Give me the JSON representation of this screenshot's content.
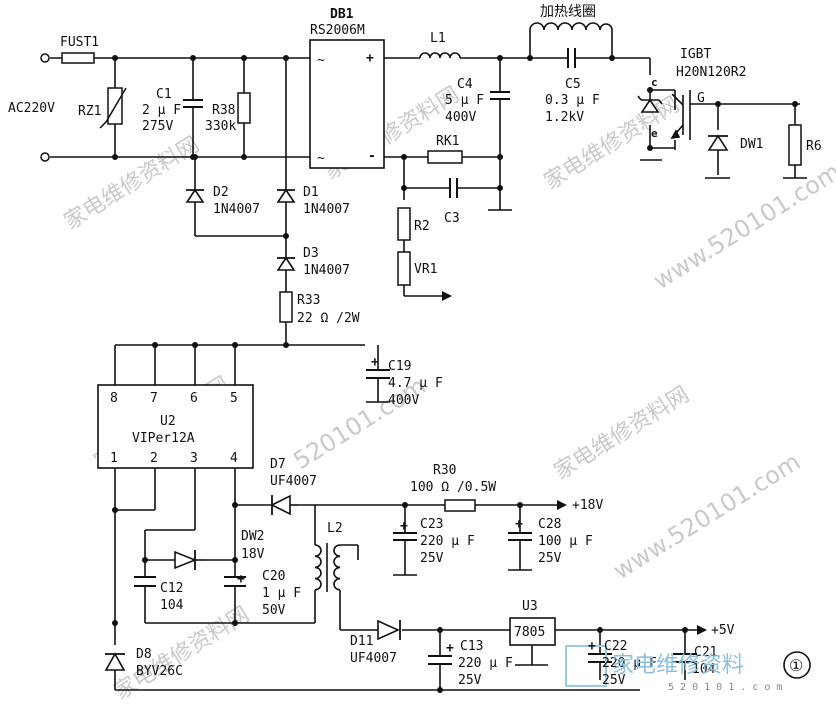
{
  "input": {
    "fuse": "FUST1",
    "ac": "AC220V",
    "varistor": "RZ1"
  },
  "capacitors": {
    "c1": {
      "name": "C1",
      "value": "2 μ F",
      "rating": "275V"
    },
    "c4": {
      "name": "C4",
      "value": "5 μ F",
      "rating": "400V"
    },
    "c5": {
      "name": "C5",
      "value": "0.3 μ F",
      "rating": "1.2kV"
    },
    "c3": {
      "name": "C3"
    },
    "c19": {
      "name": "C19",
      "value": "4.7 μ F",
      "rating": "400V"
    },
    "c23": {
      "name": "C23",
      "value": "220 μ F",
      "rating": "25V"
    },
    "c28": {
      "name": "C28",
      "value": "100 μ F",
      "rating": "25V"
    },
    "c12": {
      "name": "C12",
      "value": "104"
    },
    "c20": {
      "name": "C20",
      "value": "1 μ F",
      "rating": "50V"
    },
    "c13": {
      "name": "C13",
      "value": "220 μ F",
      "rating": "25V"
    },
    "c22": {
      "name": "C22",
      "value": "220 μ F",
      "rating": "25V"
    },
    "c21": {
      "name": "C21",
      "value": "104"
    }
  },
  "resistors": {
    "r38": {
      "name": "R38",
      "value": "330k"
    },
    "rk1": {
      "name": "RK1"
    },
    "r2": {
      "name": "R2"
    },
    "vr1": {
      "name": "VR1"
    },
    "r33": {
      "name": "R33",
      "value": "22 Ω /2W"
    },
    "r30": {
      "name": "R30",
      "value": "100 Ω /0.5W"
    },
    "r6": {
      "name": "R6"
    }
  },
  "diodes": {
    "d1": {
      "name": "D1",
      "part": "1N4007"
    },
    "d2": {
      "name": "D2",
      "part": "1N4007"
    },
    "d3": {
      "name": "D3",
      "part": "1N4007"
    },
    "d7": {
      "name": "D7",
      "part": "UF4007"
    },
    "d8": {
      "name": "D8",
      "part": "BYV26C"
    },
    "d11": {
      "name": "D11",
      "part": "UF4007"
    },
    "dw1": {
      "name": "DW1"
    },
    "dw2": {
      "name": "DW2",
      "value": "18V"
    }
  },
  "bridge": {
    "name": "DB1",
    "part": "RS2006M",
    "plus": "+",
    "minus": "-",
    "ac1": "~",
    "ac2": "~"
  },
  "inductors": {
    "l1": "L1",
    "l2": "L2",
    "coil": "加热线圈"
  },
  "igbt": {
    "name": "IGBT",
    "part": "H20N120R2",
    "c": "c",
    "e": "e",
    "g": "G"
  },
  "ic": {
    "name": "U2",
    "part": "VIPer12A",
    "pins_top": [
      "8",
      "7",
      "6",
      "5"
    ],
    "pins_bottom": [
      "1",
      "2",
      "3",
      "4"
    ]
  },
  "regulator": {
    "name": "U3",
    "part": "7805"
  },
  "rails": {
    "v18": "+18V",
    "v5": "+5V"
  },
  "polarity": {
    "plus": "+"
  },
  "figure_number": "①",
  "watermark": {
    "text": "家电维修资料网",
    "url": "520101.com",
    "url_long": "www.520101.com",
    "footer_brand": "家电维修资料",
    "footer_url": "5 2 0 1 0 1 . c o m"
  }
}
